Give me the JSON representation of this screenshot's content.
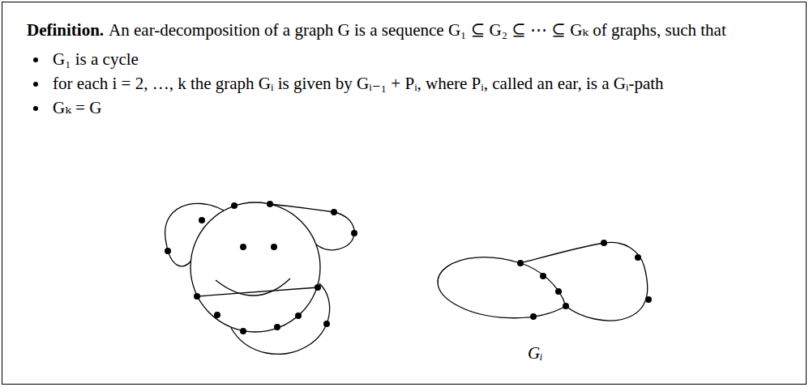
{
  "diagram": {
    "nodes": [
      {
        "text": [
          "Definition.",
          "An ear-decomposition of a graph G is a sequence G₁ ⊆ G₂ ⊆ ⋯ ⊆ Gₖ of graphs, such that",
          "G₁ is a cycle",
          "for each i = 2, …, k the graph Gᵢ is given by Gᵢ₋₁ + Pᵢ, where Pᵢ, called an ear, is a Gᵢ-path",
          "Gₖ = G"
        ]
      }
    ],
    "labels": [
      "Gᵢ"
    ]
  }
}
